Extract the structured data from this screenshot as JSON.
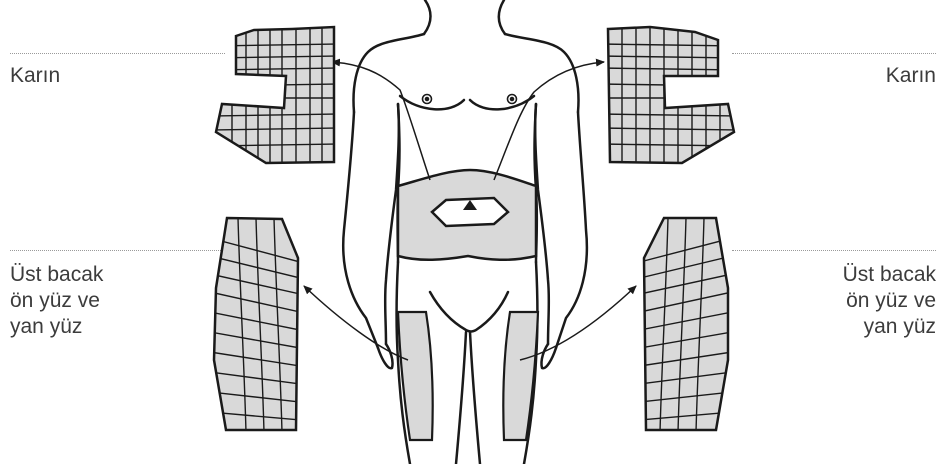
{
  "labels": {
    "abdomen_left": "Karın",
    "abdomen_right": "Karın",
    "thigh_left": [
      "Üst bacak",
      "ön yüz ve",
      "yan yüz"
    ],
    "thigh_right": [
      "Üst bacak",
      "ön yüz ve",
      "yan yüz"
    ]
  },
  "colors": {
    "outline": "#1a1a1a",
    "site_fill": "#d9d9d9",
    "text": "#3c3c3c",
    "rule": "#9a9a9a"
  }
}
